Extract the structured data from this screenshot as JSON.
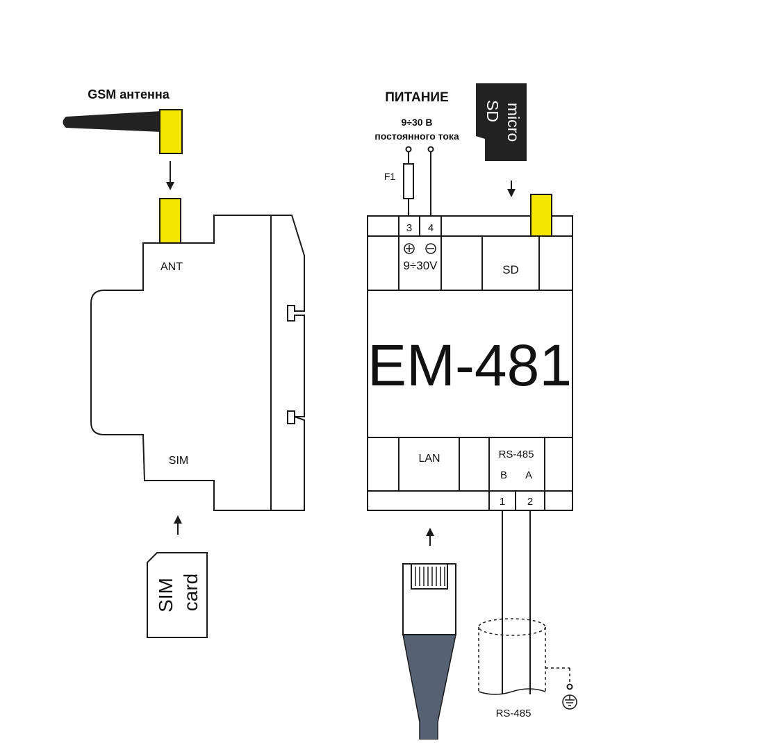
{
  "labels": {
    "gsm_antenna": "GSM антенна",
    "power_title": "ПИТАНИЕ",
    "power_voltage": "9÷30 В",
    "power_dc": "постоянного тока",
    "fuse": "F1",
    "micro_sd_line1": "micro",
    "micro_sd_line2": "SD",
    "ant": "ANT",
    "sim": "SIM",
    "sim_card_line1": "SIM",
    "sim_card_line2": "card",
    "terminal_3": "3",
    "terminal_4": "4",
    "supply_range": "9÷30V",
    "sd_slot": "SD",
    "model": "EM-481",
    "lan": "LAN",
    "rs485_port": "RS-485",
    "pin_b": "B",
    "pin_a": "A",
    "terminal_1": "1",
    "terminal_2": "2",
    "rs485_cable": "RS-485"
  },
  "colors": {
    "connector_yellow": "#f5e600",
    "antenna_dark": "#222222",
    "rj45_boot": "#566173",
    "line": "#1a1a1a"
  }
}
